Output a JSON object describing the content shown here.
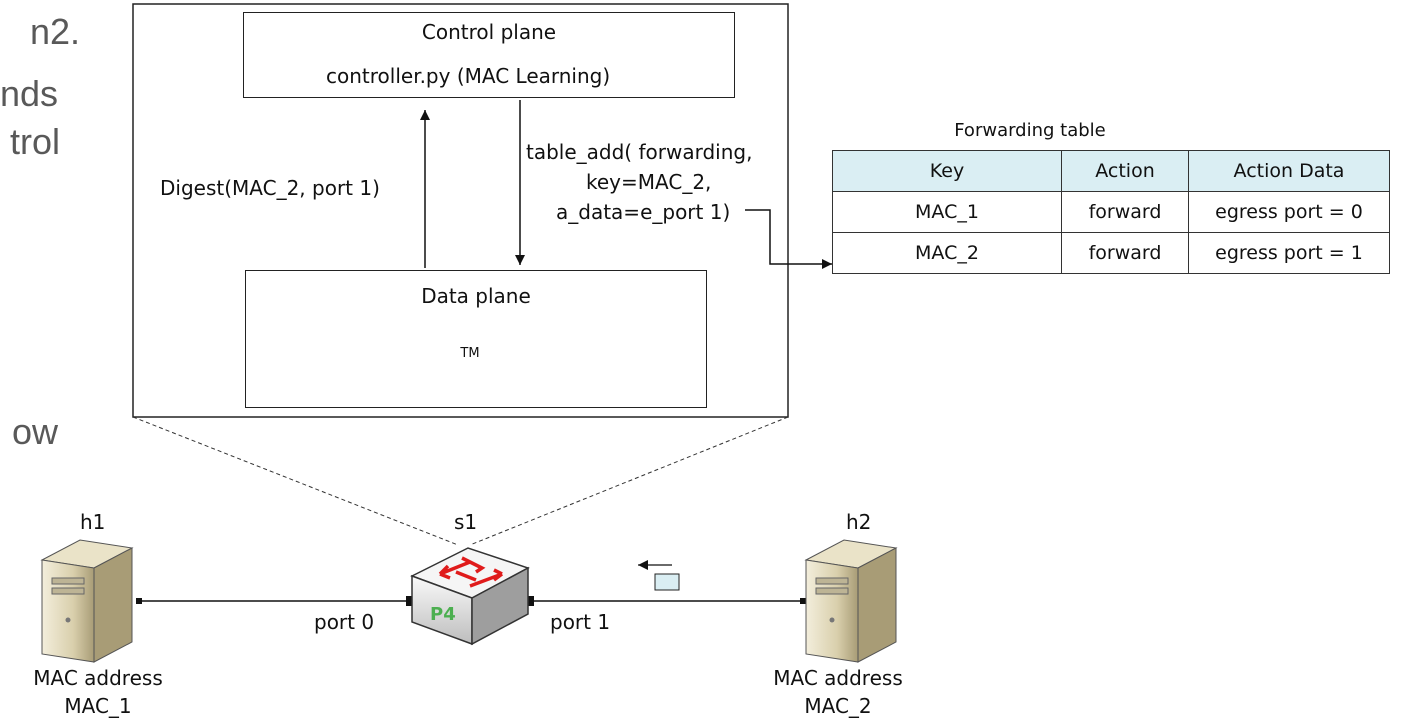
{
  "slide_fragments": [
    "n2.",
    "nds",
    "trol",
    "ow"
  ],
  "control_plane": {
    "title": "Control plane",
    "controller": "controller.py (MAC Learning)"
  },
  "digest_label": "Digest(MAC_2, port 1)",
  "table_add": {
    "line1": "table_add( forwarding,",
    "line2": "key=MAC_2,",
    "line3": "a_data=e_port 1)"
  },
  "data_plane": {
    "title": "Data plane",
    "tm_label": "TM"
  },
  "forwarding_table": {
    "caption": "Forwarding table",
    "headers": [
      "Key",
      "Action",
      "Action Data"
    ],
    "rows": [
      [
        "MAC_1",
        "forward",
        "egress port = 0"
      ],
      [
        "MAC_2",
        "forward",
        "egress port = 1"
      ]
    ]
  },
  "hosts": {
    "h1": {
      "name": "h1",
      "mac_label": "MAC address",
      "mac": "MAC_1"
    },
    "h2": {
      "name": "h2",
      "mac_label": "MAC address",
      "mac": "MAC_2"
    }
  },
  "switch": {
    "name": "s1",
    "badge": "P4"
  },
  "ports": {
    "left": "port 0",
    "right": "port 1"
  },
  "colors": {
    "table_header": "#daeef3",
    "tm_fill": "#daeef3",
    "switch_arrow": "#e01b1b",
    "server_body": "#d8cfae"
  }
}
